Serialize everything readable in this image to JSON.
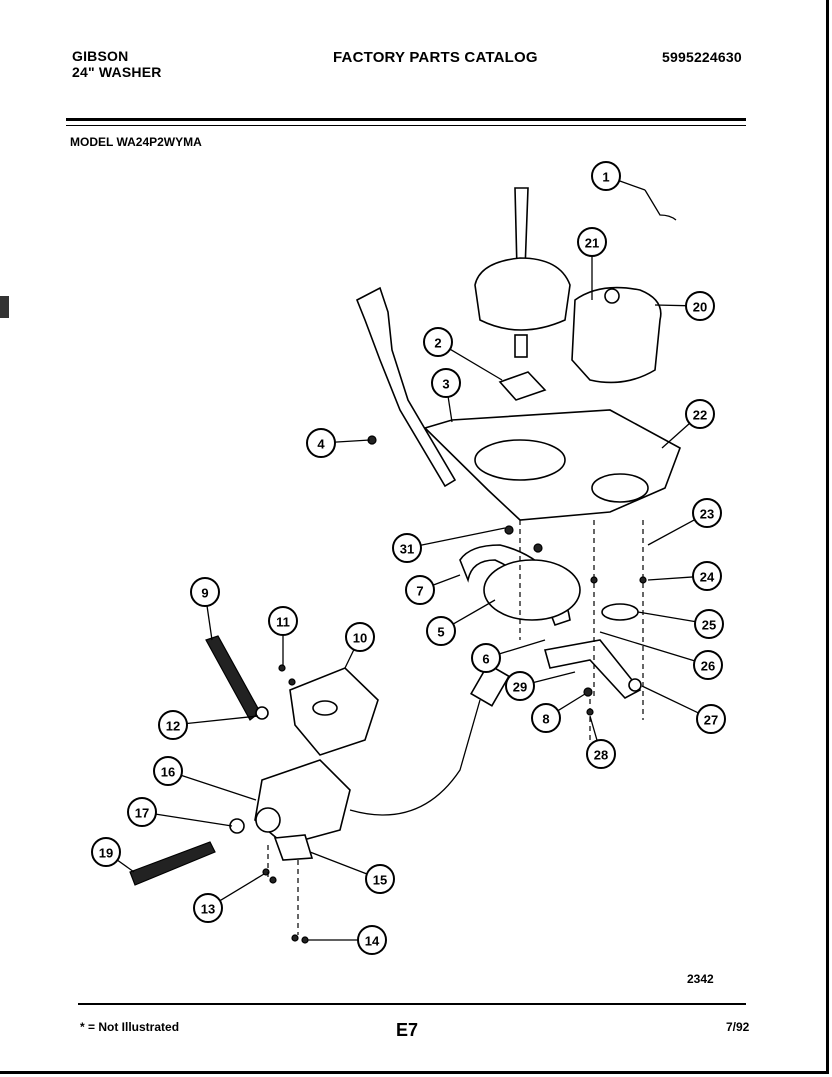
{
  "header": {
    "brand_line1": "GIBSON",
    "brand_line2": "24\" WASHER",
    "catalog_title": "FACTORY PARTS CATALOG",
    "part_number": "5995224630"
  },
  "model_label": "MODEL WA24P2WYMA",
  "drawing_number": "2342",
  "footer": {
    "note": "* = Not Illustrated",
    "page": "E7",
    "date": "7/92"
  },
  "callouts": [
    {
      "id": "callout-1",
      "label": "1"
    },
    {
      "id": "callout-2",
      "label": "2"
    },
    {
      "id": "callout-3",
      "label": "3"
    },
    {
      "id": "callout-4",
      "label": "4"
    },
    {
      "id": "callout-5",
      "label": "5"
    },
    {
      "id": "callout-6",
      "label": "6"
    },
    {
      "id": "callout-7",
      "label": "7"
    },
    {
      "id": "callout-8",
      "label": "8"
    },
    {
      "id": "callout-9",
      "label": "9"
    },
    {
      "id": "callout-10",
      "label": "10"
    },
    {
      "id": "callout-11",
      "label": "11"
    },
    {
      "id": "callout-12",
      "label": "12"
    },
    {
      "id": "callout-13",
      "label": "13"
    },
    {
      "id": "callout-14",
      "label": "14"
    },
    {
      "id": "callout-15",
      "label": "15"
    },
    {
      "id": "callout-16",
      "label": "16"
    },
    {
      "id": "callout-17",
      "label": "17"
    },
    {
      "id": "callout-19",
      "label": "19"
    },
    {
      "id": "callout-20",
      "label": "20"
    },
    {
      "id": "callout-21",
      "label": "21"
    },
    {
      "id": "callout-22",
      "label": "22"
    },
    {
      "id": "callout-23",
      "label": "23"
    },
    {
      "id": "callout-24",
      "label": "24"
    },
    {
      "id": "callout-25",
      "label": "25"
    },
    {
      "id": "callout-26",
      "label": "26"
    },
    {
      "id": "callout-27",
      "label": "27"
    },
    {
      "id": "callout-28",
      "label": "28"
    },
    {
      "id": "callout-29",
      "label": "29"
    },
    {
      "id": "callout-31",
      "label": "31"
    }
  ]
}
